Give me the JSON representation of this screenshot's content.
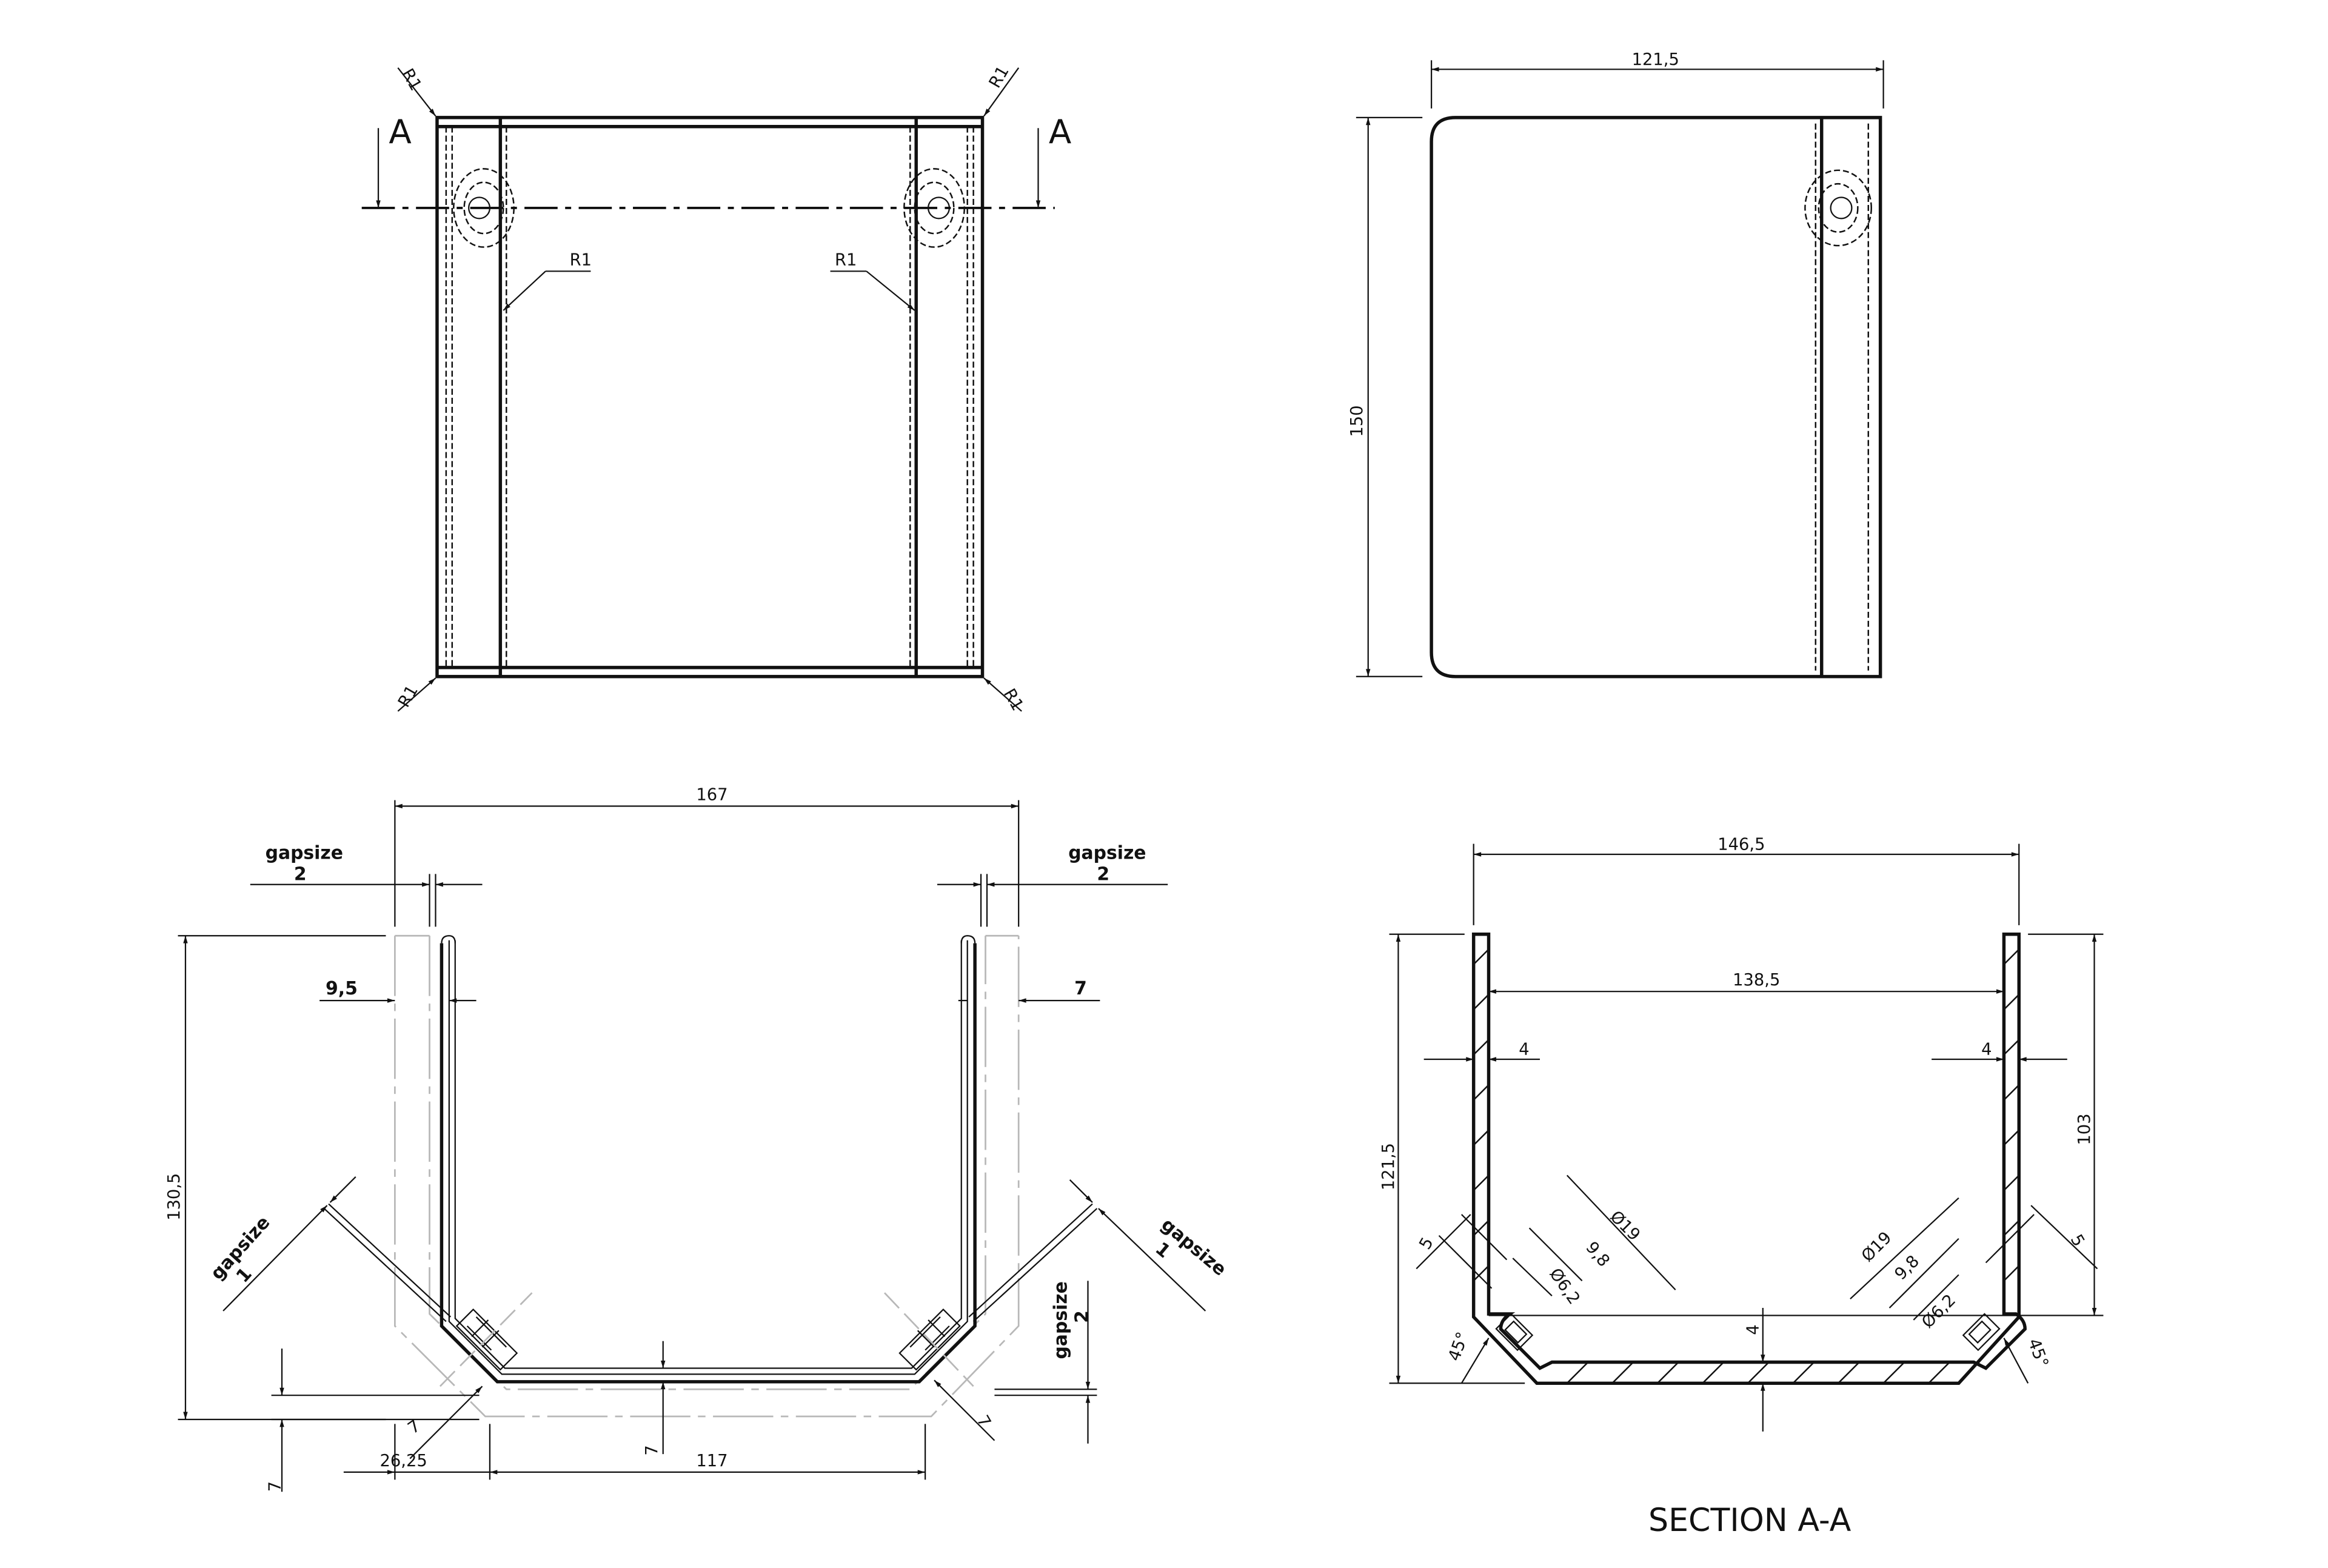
{
  "drawing": {
    "type": "sheet-metal technical drawing",
    "units": "mm",
    "views": {
      "top_view": {
        "section_markers": [
          "A",
          "A"
        ],
        "radius_callouts": [
          "R1",
          "R1",
          "R1",
          "R1",
          "R1",
          "R1"
        ]
      },
      "side_view": {
        "width_dim": "121,5",
        "height_dim": "150"
      },
      "flat_pattern_view": {
        "overall_width": "167",
        "gap_left_label": "gapsize",
        "gap_left_value": "2",
        "gap_right_label": "gapsize",
        "gap_right_value": "2",
        "left_offset": "9,5",
        "right_offset": "7",
        "height": "130,5",
        "gap_diag_left_label": "gapsize",
        "gap_diag_left_value": "1",
        "gap_diag_right_label": "gapsize",
        "gap_diag_right_value": "1",
        "gap_bottom_right_label": "gapsize",
        "gap_bottom_right_value": "2",
        "bottom_left_vertical": "7",
        "corner_left": "7",
        "corner_right": "7",
        "center_thickness": "7",
        "left_inset": "26,25",
        "bottom_width": "117"
      },
      "section_view": {
        "title": "SECTION A-A",
        "outer_width": "146,5",
        "inner_width": "138,5",
        "wall_left": "4",
        "wall_right": "4",
        "overall_height": "121,5",
        "inner_height": "103",
        "bottom_thickness": "4",
        "chamfer_left": "5",
        "chamfer_right": "5",
        "angle_left": "45°",
        "angle_right": "45°",
        "bore_left": "Ø19",
        "bore_right": "Ø19",
        "depth_left": "9,8",
        "depth_right": "9,8",
        "hole_left": "Ø6,2",
        "hole_right": "Ø6,2"
      }
    }
  }
}
